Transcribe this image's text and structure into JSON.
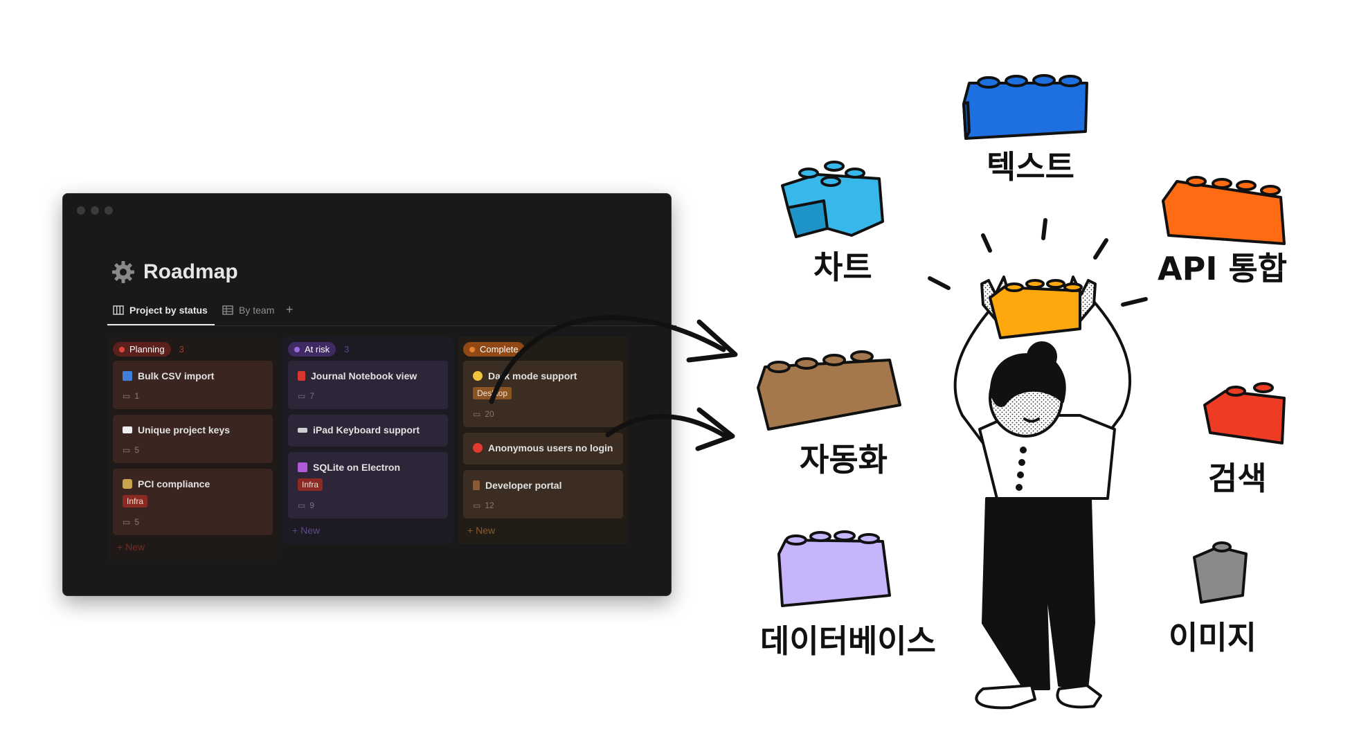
{
  "window": {
    "title": "Roadmap",
    "tabs": [
      {
        "label": "Project by status",
        "active": true
      },
      {
        "label": "By team",
        "active": false
      }
    ]
  },
  "board": {
    "columns": [
      {
        "name": "Planning",
        "count": "3",
        "color": "#d4463c",
        "cards": [
          {
            "title": "Bulk CSV import",
            "icon": "sync-icon",
            "comments": "1"
          },
          {
            "title": "Unique project keys",
            "icon": "piano-icon",
            "comments": "5"
          },
          {
            "title": "PCI compliance",
            "icon": "lock-icon",
            "tag": "Infra",
            "comments": "5"
          }
        ],
        "new_label": "New"
      },
      {
        "name": "At risk",
        "count": "3",
        "color": "#9b5de0",
        "cards": [
          {
            "title": "Journal Notebook view",
            "icon": "notebook-icon",
            "comments": "7"
          },
          {
            "title": "iPad Keyboard support",
            "icon": "keyboard-icon"
          },
          {
            "title": "SQLite on Electron",
            "icon": "atom-icon",
            "tag": "Infra",
            "comments": "9"
          }
        ],
        "new_label": "New"
      },
      {
        "name": "Complete",
        "count": "",
        "color": "#e07b28",
        "cards": [
          {
            "title": "Dark mode support",
            "icon": "moon-icon",
            "tag": "Desktop",
            "comments": "20"
          },
          {
            "title": "Anonymous users no login",
            "icon": "no-entry-icon"
          },
          {
            "title": "Developer portal",
            "icon": "door-icon",
            "comments": "12"
          }
        ],
        "new_label": "New"
      }
    ]
  },
  "labels": {
    "text": "텍스트",
    "chart": "차트",
    "api": "API 통합",
    "automation": "자동화",
    "search": "검색",
    "database": "데이터베이스",
    "image": "이미지"
  },
  "colors": {
    "blue_brick": "#1e6fe0",
    "cyan_brick": "#38b7ea",
    "orange_brick": "#ff6b12",
    "brown_brick": "#a4784c",
    "red_brick": "#ee3b24",
    "purple_brick": "#c6b5fb",
    "gray_brick": "#8a8a8a",
    "yellow_brick": "#ffa80d"
  }
}
